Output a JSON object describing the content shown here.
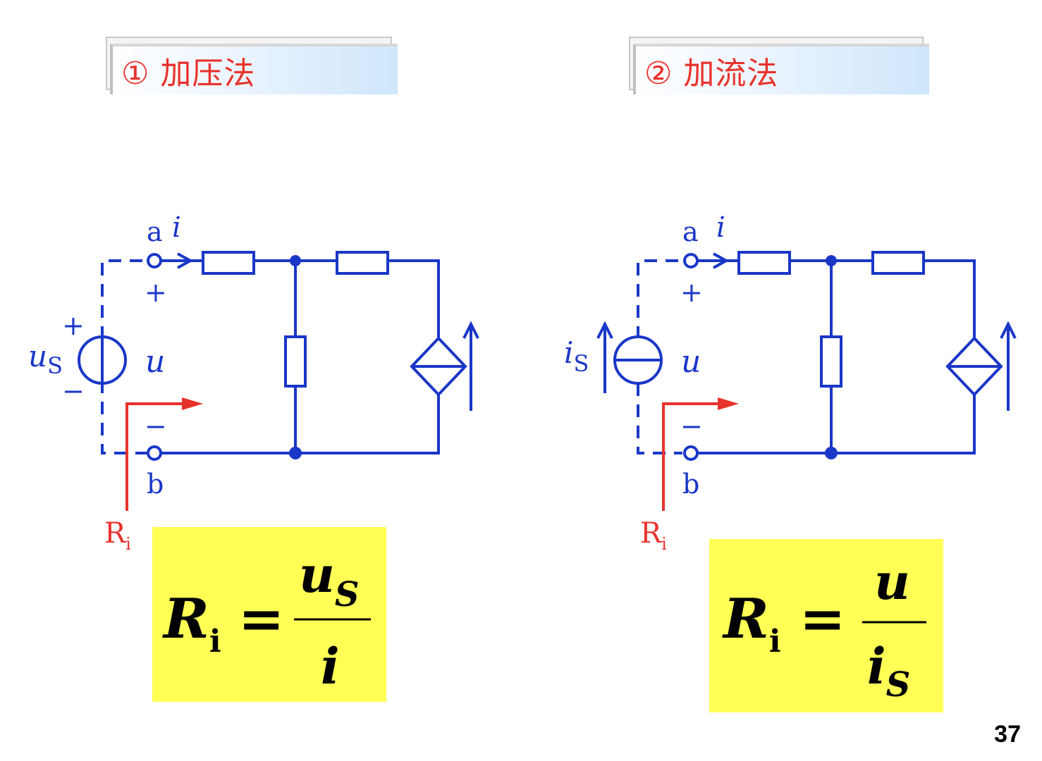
{
  "tabs": {
    "left": "① 加压法",
    "right": "② 加流法"
  },
  "circuit": {
    "node_a": "a",
    "node_b": "b",
    "current": "i",
    "plus": "+",
    "minus": "−",
    "voltage": "u",
    "ri_main": "R",
    "ri_sub": "i"
  },
  "left_source": {
    "plus": "+",
    "minus": "−",
    "main": "u",
    "sub": "S"
  },
  "right_source": {
    "main": "i",
    "sub": "S"
  },
  "formula_left": {
    "lhs": "R",
    "lhs_sub": "i",
    "eq": "=",
    "num": "u",
    "num_sub": "S",
    "den": "i",
    "den_sub": ""
  },
  "formula_right": {
    "lhs": "R",
    "lhs_sub": "i",
    "eq": "=",
    "num": "u",
    "num_sub": "",
    "den": "i",
    "den_sub": "S"
  },
  "page_number": "37",
  "colors": {
    "circuit": "#1a37c8",
    "accent": "#e8322c",
    "highlight": "#ffff55"
  }
}
